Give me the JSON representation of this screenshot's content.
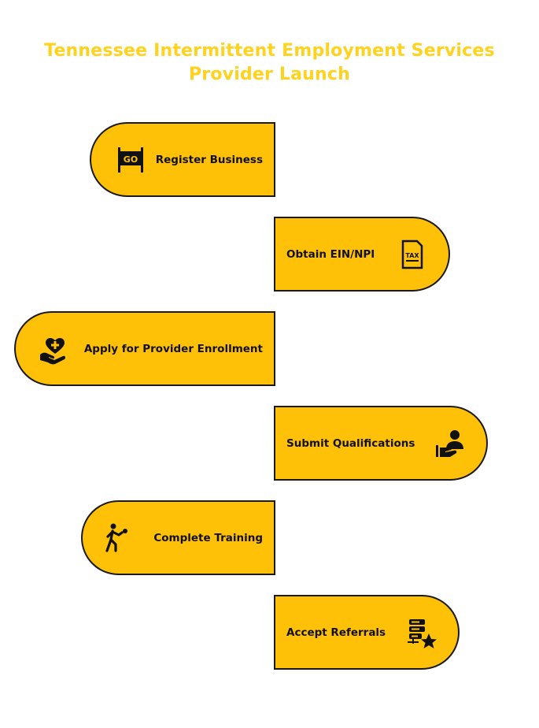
{
  "title": {
    "line1": "Tennessee Intermittent Employment Services",
    "line2": "Provider Launch"
  },
  "steps": [
    {
      "label": "Register Business",
      "icon": "go-sign-icon"
    },
    {
      "label": "Obtain EIN/NPI",
      "icon": "tax-document-icon",
      "icon_text": "TAX"
    },
    {
      "label": "Apply for Provider Enrollment",
      "icon": "hand-heart-icon"
    },
    {
      "label": "Submit Qualifications",
      "icon": "person-presenting-icon"
    },
    {
      "label": "Complete Training",
      "icon": "person-throwing-icon"
    },
    {
      "label": "Accept Referrals",
      "icon": "server-star-icon"
    }
  ],
  "colors": {
    "title": "#FFD21E",
    "pill": "#FFC107",
    "outline": "#1a1a1a"
  }
}
